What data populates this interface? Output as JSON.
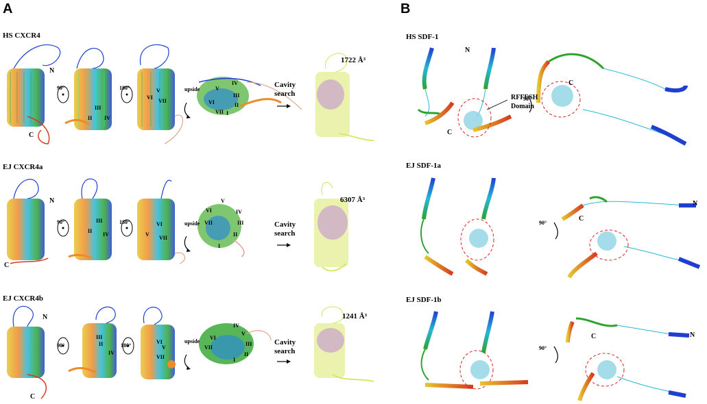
{
  "panels": {
    "a": "A",
    "b": "B"
  },
  "panel_a": {
    "rows": [
      {
        "title": "HS CXCR4",
        "rot1": "90°",
        "rot2": "180°",
        "upside": "upside",
        "cavity": "Cavity search",
        "volume": "1722 Å³",
        "romans_view2": [
          "III",
          "II",
          "IV"
        ],
        "romans_view3": [
          "V",
          "VI",
          "VII"
        ],
        "romans_top": [
          "IV",
          "V",
          "III",
          "VI",
          "II",
          "VII",
          "I"
        ]
      },
      {
        "title": "EJ CXCR4a",
        "rot1": "90°",
        "rot2": "180°",
        "upside": "upside",
        "cavity": "Cavity search",
        "volume": "6307 Å³",
        "romans_view2": [
          "III",
          "II",
          "IV"
        ],
        "romans_view3": [
          "VI",
          "V",
          "VII"
        ],
        "romans_top": [
          "V",
          "IV",
          "VI",
          "III",
          "VII",
          "II",
          "I"
        ]
      },
      {
        "title": "EJ CXCR4b",
        "rot1": "90°",
        "rot2": "180°",
        "upside": "upside",
        "cavity": "Cavity search",
        "volume": "1241 Å³",
        "romans_view2": [
          "II",
          "III",
          "IV"
        ],
        "romans_view3": [
          "VI",
          "V",
          "VII"
        ],
        "romans_top": [
          "IV",
          "V",
          "III",
          "VI",
          "VII",
          "II",
          "I"
        ]
      }
    ],
    "terminus_n": "N",
    "terminus_c": "C"
  },
  "panel_b": {
    "rows": [
      {
        "title": "HS SDF-1",
        "rot": "90°"
      },
      {
        "title": "EJ SDF-1a",
        "rot": "90°"
      },
      {
        "title": "EJ SDF-1b",
        "rot": "90°"
      }
    ],
    "domain_label": "RFFESH Domain",
    "terminus_n": "N",
    "terminus_c": "C"
  },
  "colors": {
    "blue": "#1f3fd1",
    "cyan": "#27b7d6",
    "green": "#2ea32e",
    "lime": "#b7d13a",
    "yellow": "#e6c62f",
    "orange": "#ef8a2a",
    "red": "#d63a1f",
    "cavity_ribbon": "#d8e86c",
    "cavity_blob": "#c9a6c9",
    "circle": "#d62020",
    "salmon": "#e0a590"
  }
}
